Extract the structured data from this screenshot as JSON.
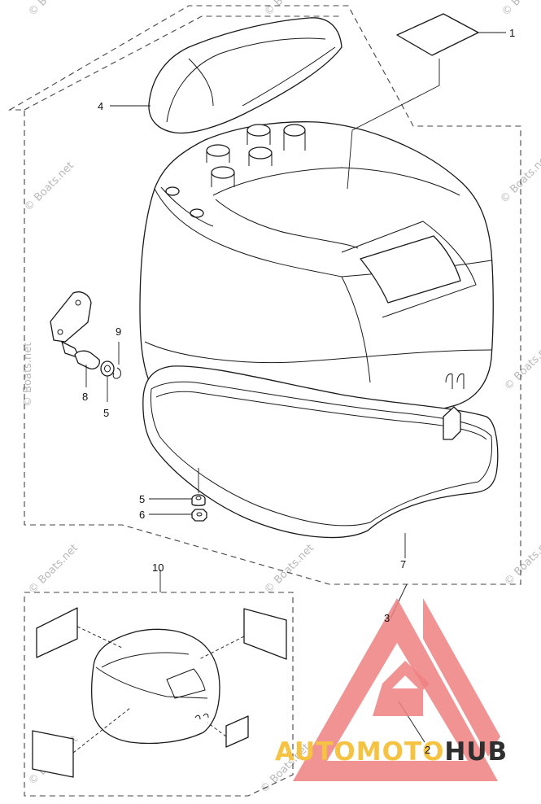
{
  "callouts": [
    {
      "id": "c1",
      "label": "1"
    },
    {
      "id": "c2",
      "label": "2"
    },
    {
      "id": "c3",
      "label": "3"
    },
    {
      "id": "c4",
      "label": "4"
    },
    {
      "id": "c5a",
      "label": "5"
    },
    {
      "id": "c5b",
      "label": "5"
    },
    {
      "id": "c6",
      "label": "6"
    },
    {
      "id": "c7",
      "label": "7"
    },
    {
      "id": "c8",
      "label": "8"
    },
    {
      "id": "c9",
      "label": "9"
    },
    {
      "id": "c10",
      "label": "10"
    }
  ],
  "watermark": {
    "text": "© Boats.net",
    "color": "#b9b9b9"
  },
  "logo": {
    "brand_part1": "AUTO",
    "brand_part2": "MOTO",
    "brand_part3": "HUB",
    "triangle_color": "#f08080",
    "text_color_light": "#f5c242",
    "text_color_dark": "#2f2f2f"
  }
}
